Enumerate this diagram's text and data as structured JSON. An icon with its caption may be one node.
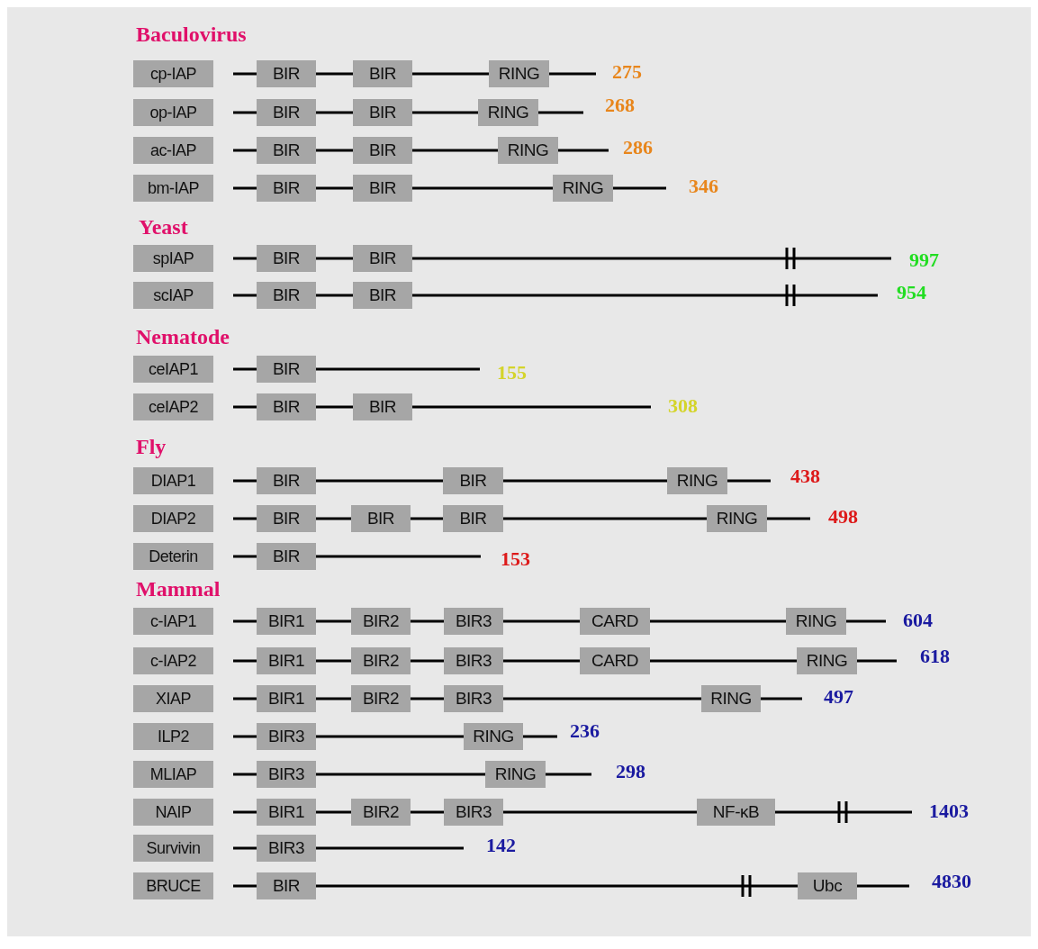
{
  "diagram": {
    "nodes": [
      {
        "text": [
          "cp-IAP"
        ]
      },
      {
        "text": [
          "BIR"
        ]
      },
      {
        "text": [
          "BIR"
        ]
      },
      {
        "text": [
          "RING"
        ]
      },
      {
        "text": [
          "op-IAP"
        ]
      },
      {
        "text": [
          "BIR"
        ]
      },
      {
        "text": [
          "BIR"
        ]
      },
      {
        "text": [
          "RING"
        ]
      },
      {
        "text": [
          "ac-IAP"
        ]
      },
      {
        "text": [
          "BIR"
        ]
      },
      {
        "text": [
          "BIR"
        ]
      },
      {
        "text": [
          "RING"
        ]
      },
      {
        "text": [
          "bm-IAP"
        ]
      },
      {
        "text": [
          "BIR"
        ]
      },
      {
        "text": [
          "BIR"
        ]
      },
      {
        "text": [
          "RING"
        ]
      },
      {
        "text": [
          "spIAP"
        ]
      },
      {
        "text": [
          "BIR"
        ]
      },
      {
        "text": [
          "BIR"
        ]
      },
      {
        "text": [
          "scIAP"
        ]
      },
      {
        "text": [
          "BIR"
        ]
      },
      {
        "text": [
          "BIR"
        ]
      },
      {
        "text": [
          "ceIAP1"
        ]
      },
      {
        "text": [
          "BIR"
        ]
      },
      {
        "text": [
          "ceIAP2"
        ]
      },
      {
        "text": [
          "BIR"
        ]
      },
      {
        "text": [
          "BIR"
        ]
      },
      {
        "text": [
          "DIAP1"
        ]
      },
      {
        "text": [
          "BIR"
        ]
      },
      {
        "text": [
          "BIR"
        ]
      },
      {
        "text": [
          "RING"
        ]
      },
      {
        "text": [
          "DIAP2"
        ]
      },
      {
        "text": [
          "BIR"
        ]
      },
      {
        "text": [
          "BIR"
        ]
      },
      {
        "text": [
          "BIR"
        ]
      },
      {
        "text": [
          "RING"
        ]
      },
      {
        "text": [
          "Deterin"
        ]
      },
      {
        "text": [
          "BIR"
        ]
      },
      {
        "text": [
          "c-IAP1"
        ]
      },
      {
        "text": [
          "BIR1"
        ]
      },
      {
        "text": [
          "BIR2"
        ]
      },
      {
        "text": [
          "BIR3"
        ]
      },
      {
        "text": [
          "CARD"
        ]
      },
      {
        "text": [
          "RING"
        ]
      },
      {
        "text": [
          "c-IAP2"
        ]
      },
      {
        "text": [
          "BIR1"
        ]
      },
      {
        "text": [
          "BIR2"
        ]
      },
      {
        "text": [
          "BIR3"
        ]
      },
      {
        "text": [
          "CARD"
        ]
      },
      {
        "text": [
          "RING"
        ]
      },
      {
        "text": [
          "XIAP"
        ]
      },
      {
        "text": [
          "BIR1"
        ]
      },
      {
        "text": [
          "BIR2"
        ]
      },
      {
        "text": [
          "BIR3"
        ]
      },
      {
        "text": [
          "RING"
        ]
      },
      {
        "text": [
          "ILP2"
        ]
      },
      {
        "text": [
          "BIR3"
        ]
      },
      {
        "text": [
          "RING"
        ]
      },
      {
        "text": [
          "MLIAP"
        ]
      },
      {
        "text": [
          "BIR3"
        ]
      },
      {
        "text": [
          "RING"
        ]
      },
      {
        "text": [
          "NAIP"
        ]
      },
      {
        "text": [
          "BIR1"
        ]
      },
      {
        "text": [
          "BIR2"
        ]
      },
      {
        "text": [
          "BIR3"
        ]
      },
      {
        "text": [
          "NF-κB"
        ]
      },
      {
        "text": [
          "Survivin"
        ]
      },
      {
        "text": [
          "BIR3"
        ]
      },
      {
        "text": [
          "BRUCE"
        ]
      },
      {
        "text": [
          "BIR"
        ]
      },
      {
        "text": [
          "Ubc"
        ]
      }
    ],
    "edges": [
      {
        "from": null,
        "to": 1,
        "arrow": "none"
      },
      {
        "from": 1,
        "to": 2,
        "arrow": "none"
      },
      {
        "from": 2,
        "to": 3,
        "arrow": "none"
      },
      {
        "from": 3,
        "to": null,
        "arrow": "none"
      },
      {
        "from": null,
        "to": 5,
        "arrow": "none"
      },
      {
        "from": 5,
        "to": 6,
        "arrow": "none"
      },
      {
        "from": 6,
        "to": 7,
        "arrow": "none"
      },
      {
        "from": 7,
        "to": null,
        "arrow": "none"
      },
      {
        "from": null,
        "to": 9,
        "arrow": "none"
      },
      {
        "from": 9,
        "to": 10,
        "arrow": "none"
      },
      {
        "from": 10,
        "to": 11,
        "arrow": "none"
      },
      {
        "from": 11,
        "to": null,
        "arrow": "none"
      },
      {
        "from": null,
        "to": 13,
        "arrow": "none"
      },
      {
        "from": 13,
        "to": 14,
        "arrow": "none"
      },
      {
        "from": 14,
        "to": 15,
        "arrow": "none"
      },
      {
        "from": 15,
        "to": null,
        "arrow": "none"
      },
      {
        "from": null,
        "to": 17,
        "arrow": "none"
      },
      {
        "from": 17,
        "to": 18,
        "arrow": "none"
      },
      {
        "from": 18,
        "to": null,
        "arrow": "none"
      },
      {
        "from": null,
        "to": 20,
        "arrow": "none"
      },
      {
        "from": 20,
        "to": 21,
        "arrow": "none"
      },
      {
        "from": 21,
        "to": null,
        "arrow": "none"
      },
      {
        "from": null,
        "to": 23,
        "arrow": "none"
      },
      {
        "from": 23,
        "to": null,
        "arrow": "none"
      },
      {
        "from": null,
        "to": 25,
        "arrow": "none"
      },
      {
        "from": 25,
        "to": 26,
        "arrow": "none"
      },
      {
        "from": 26,
        "to": null,
        "arrow": "none"
      },
      {
        "from": null,
        "to": 28,
        "arrow": "none"
      },
      {
        "from": 28,
        "to": 29,
        "arrow": "none"
      },
      {
        "from": 29,
        "to": 30,
        "arrow": "none"
      },
      {
        "from": 30,
        "to": null,
        "arrow": "none"
      },
      {
        "from": null,
        "to": 32,
        "arrow": "none"
      },
      {
        "from": 32,
        "to": 33,
        "arrow": "none"
      },
      {
        "from": 33,
        "to": 34,
        "arrow": "none"
      },
      {
        "from": 34,
        "to": 35,
        "arrow": "none"
      },
      {
        "from": 35,
        "to": null,
        "arrow": "none"
      },
      {
        "from": null,
        "to": 37,
        "arrow": "none"
      },
      {
        "from": 37,
        "to": null,
        "arrow": "none"
      },
      {
        "from": null,
        "to": 39,
        "arrow": "none"
      },
      {
        "from": 39,
        "to": 40,
        "arrow": "none"
      },
      {
        "from": 40,
        "to": 41,
        "arrow": "none"
      },
      {
        "from": 41,
        "to": 42,
        "arrow": "none"
      },
      {
        "from": 42,
        "to": 43,
        "arrow": "none"
      },
      {
        "from": 43,
        "to": null,
        "arrow": "none"
      },
      {
        "from": null,
        "to": 45,
        "arrow": "none"
      },
      {
        "from": 45,
        "to": 46,
        "arrow": "none"
      },
      {
        "from": 46,
        "to": 47,
        "arrow": "none"
      },
      {
        "from": 47,
        "to": 48,
        "arrow": "none"
      },
      {
        "from": 48,
        "to": 49,
        "arrow": "none"
      },
      {
        "from": 49,
        "to": null,
        "arrow": "none"
      },
      {
        "from": null,
        "to": 51,
        "arrow": "none"
      },
      {
        "from": 51,
        "to": 52,
        "arrow": "none"
      },
      {
        "from": 52,
        "to": 53,
        "arrow": "none"
      },
      {
        "from": 53,
        "to": 54,
        "arrow": "none"
      },
      {
        "from": 54,
        "to": null,
        "arrow": "none"
      },
      {
        "from": null,
        "to": 56,
        "arrow": "none"
      },
      {
        "from": 56,
        "to": 57,
        "arrow": "none"
      },
      {
        "from": 57,
        "to": null,
        "arrow": "none"
      },
      {
        "from": null,
        "to": 59,
        "arrow": "none"
      },
      {
        "from": 59,
        "to": 60,
        "arrow": "none"
      },
      {
        "from": 60,
        "to": null,
        "arrow": "none"
      },
      {
        "from": null,
        "to": 62,
        "arrow": "none"
      },
      {
        "from": 62,
        "to": 63,
        "arrow": "none"
      },
      {
        "from": 63,
        "to": 64,
        "arrow": "none"
      },
      {
        "from": 64,
        "to": 65,
        "arrow": "none"
      },
      {
        "from": 65,
        "to": null,
        "arrow": "none"
      },
      {
        "from": null,
        "to": 67,
        "arrow": "none"
      },
      {
        "from": 67,
        "to": null,
        "arrow": "none"
      },
      {
        "from": null,
        "to": 69,
        "arrow": "none"
      },
      {
        "from": 69,
        "to": 70,
        "arrow": "none"
      },
      {
        "from": 70,
        "to": null,
        "arrow": "none"
      }
    ],
    "labels": [
      "Baculovirus",
      "275",
      "268",
      "286",
      "346",
      "Yeast",
      "997",
      "954",
      "Nematode",
      "155",
      "308",
      "Fly",
      "438",
      "498",
      "153",
      "Mammal",
      "604",
      "618",
      "497",
      "236",
      "298",
      "1403",
      "142",
      "4830"
    ]
  }
}
